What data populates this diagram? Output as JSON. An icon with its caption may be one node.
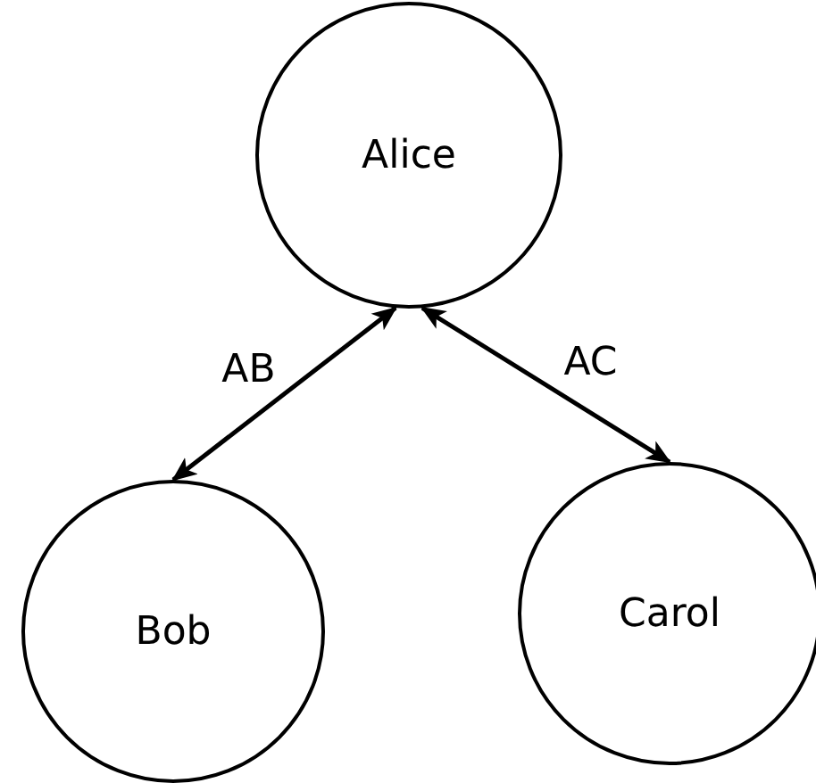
{
  "diagram": {
    "nodes": [
      {
        "text": [
          "Alice"
        ]
      },
      {
        "text": [
          "Bob"
        ]
      },
      {
        "text": [
          "Carol"
        ]
      }
    ],
    "edges": [
      {
        "from": 0,
        "to": 1,
        "arrow": "both",
        "label": "AB"
      },
      {
        "from": 0,
        "to": 2,
        "arrow": "both",
        "label": "AC"
      }
    ]
  }
}
